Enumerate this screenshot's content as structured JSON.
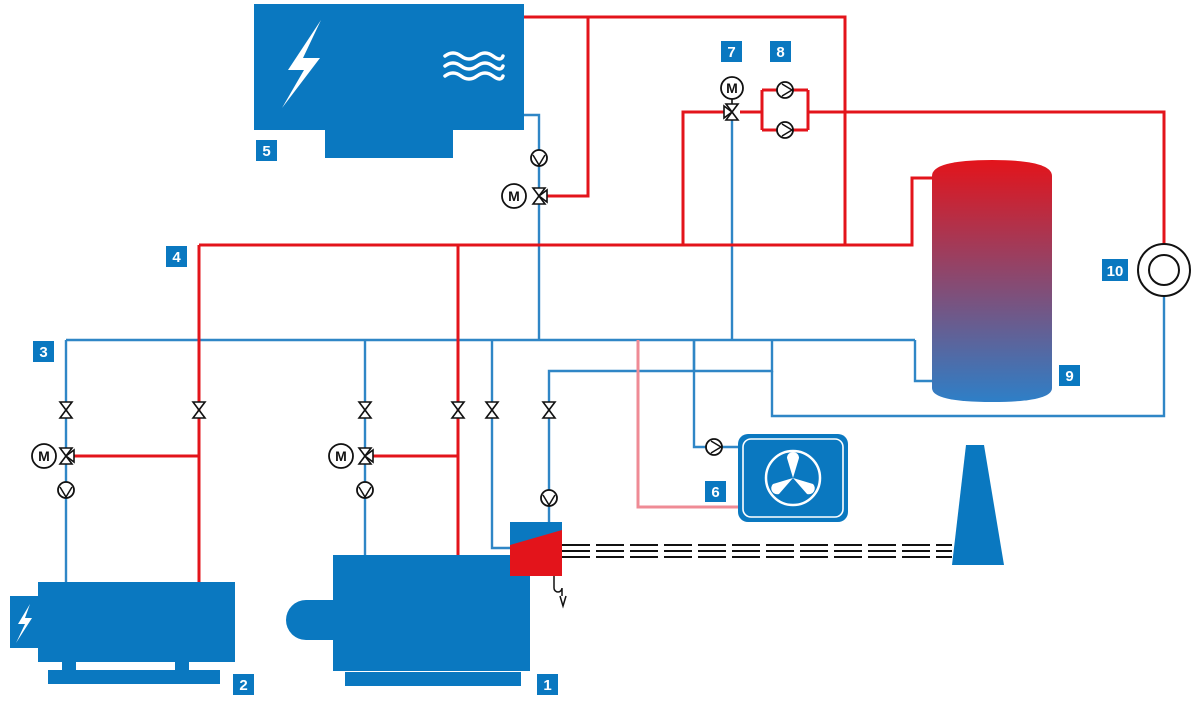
{
  "colors": {
    "equipment": "#0a78c0",
    "cold_line": "#2f86c6",
    "hot_line": "#e3141b",
    "hot_light_line": "#ef8b95",
    "tag_background": "#0a78c0",
    "tank_top": "#e3141b",
    "tank_bottom": "#2e7fc7",
    "exchanger_red": "#e3141b"
  },
  "labels": {
    "l1": "1",
    "l2": "2",
    "l3": "3",
    "l4": "4",
    "l5": "5",
    "l6": "6",
    "l7": "7",
    "l8": "8",
    "l9": "9",
    "l10": "10"
  },
  "symbols": {
    "motor_letter": "M"
  },
  "icons": [
    "lightning-icon",
    "heat-waves-icon",
    "fan-icon",
    "pump-icon",
    "valve-icon",
    "motor-icon",
    "chimney-icon",
    "drain-icon"
  ]
}
